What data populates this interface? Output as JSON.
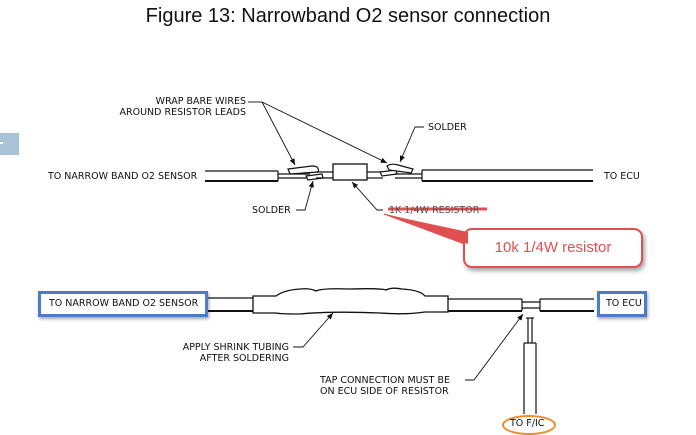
{
  "title": "Figure 13: Narrowband O2 sensor connection",
  "top_diagram": {
    "wrap_label_line1": "WRAP BARE WIRES",
    "wrap_label_line2": "AROUND RESISTOR LEADS",
    "solder_right": "SOLDER",
    "solder_left": "SOLDER",
    "to_sensor": "TO NARROW BAND O2 SENSOR",
    "to_ecu": "TO ECU",
    "resistor_label_struck": "1K 1/4W RESISTOR"
  },
  "callout": {
    "text": "10k 1/4W resistor",
    "color": "#e05050"
  },
  "bottom_diagram": {
    "to_sensor": "TO NARROW BAND O2 SENSOR",
    "to_ecu": "TO ECU",
    "shrink_line1": "APPLY SHRINK TUBING",
    "shrink_line2": "AFTER SOLDERING",
    "tap_line1": "TAP CONNECTION MUST BE",
    "tap_line2": "ON ECU SIDE OF RESISTOR",
    "to_fic": "TO F/IC",
    "highlight_box_color": "#4f7ac7",
    "highlight_oval_color": "#f08a2c"
  }
}
